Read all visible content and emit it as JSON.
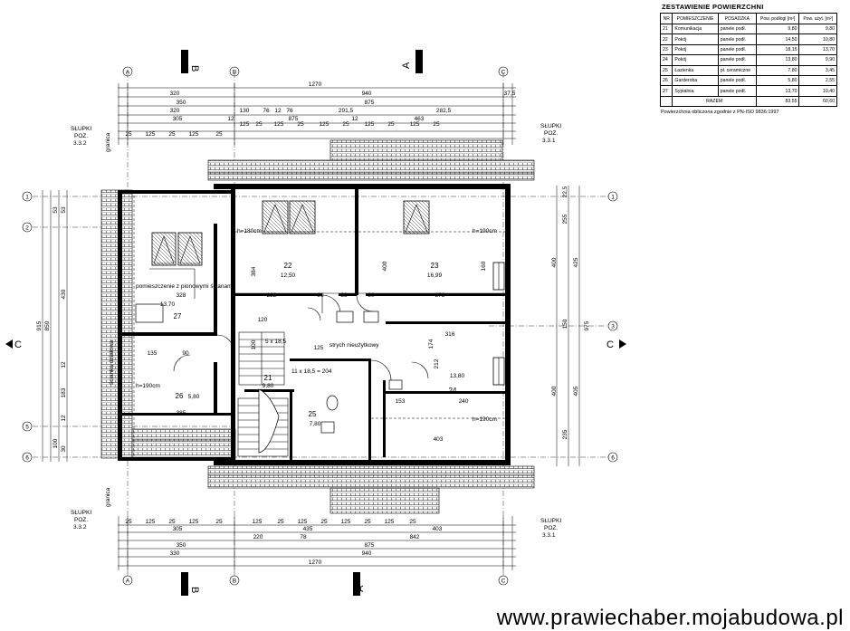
{
  "summary": {
    "title": "ZESTAWIENIE POWIERZCHNI",
    "headers": {
      "nr": "NR",
      "room": "POMIESZCZENIE",
      "floor": "POSADZKA",
      "area_floor": "Pow. podłogi [m²]",
      "area_usable": "Pow. użyt. [m²]"
    },
    "rows": [
      {
        "nr": "21",
        "room": "Komunikacja",
        "floor": "panele podł.",
        "area_floor": "9,80",
        "area_usable": "9,80"
      },
      {
        "nr": "22",
        "room": "Pokój",
        "floor": "panele podł.",
        "area_floor": "14,50",
        "area_usable": "10,80"
      },
      {
        "nr": "23",
        "room": "Pokój",
        "floor": "panele podł.",
        "area_floor": "18,15",
        "area_usable": "13,70"
      },
      {
        "nr": "24",
        "room": "Pokój",
        "floor": "panele podł.",
        "area_floor": "13,80",
        "area_usable": "9,90"
      },
      {
        "nr": "25",
        "room": "Łazienka",
        "floor": "pł. ceramiczne",
        "area_floor": "7,80",
        "area_usable": "3,45"
      },
      {
        "nr": "26",
        "room": "Garderoba",
        "floor": "panele podł.",
        "area_floor": "5,80",
        "area_usable": "2,55"
      },
      {
        "nr": "27",
        "room": "Sypialnia",
        "floor": "panele podł.",
        "area_floor": "13,70",
        "area_usable": "10,40"
      }
    ],
    "total": {
      "label": "RAZEM",
      "area_floor": "83,55",
      "area_usable": "60,60"
    },
    "note": "Powierzchnia obliczona zgodnie z PN-ISO 9836:1997"
  },
  "plan": {
    "axes_vertical": [
      "A",
      "B",
      "C"
    ],
    "axes_horizontal": [
      "1",
      "2",
      "3",
      "5",
      "6"
    ],
    "sections": {
      "a": "A",
      "b": "B",
      "c": "C"
    },
    "slupki": {
      "label": "SŁUPKI",
      "poz": "POZ.",
      "left": "3.3.2",
      "right": "3.3.1"
    },
    "gable_label": "granica",
    "top_dims": {
      "overall": "1270",
      "row2": [
        "940",
        "37,5"
      ],
      "row3": [
        "320",
        "350",
        "875"
      ],
      "row4": [
        "320",
        "130",
        "76",
        "12",
        "76",
        "291,5",
        "282,5"
      ],
      "row5": [
        "305",
        "875"
      ],
      "row6": [
        "12",
        "463",
        "12"
      ],
      "row7": [
        "25",
        "125",
        "25",
        "125",
        "25",
        "125",
        "25",
        "125",
        "25",
        "125",
        "25",
        "125",
        "25",
        "125",
        "25"
      ]
    },
    "bottom_dims": {
      "row1": [
        "25",
        "125",
        "25",
        "125",
        "25",
        "125",
        "25",
        "125",
        "25",
        "125",
        "25",
        "125",
        "25"
      ],
      "row2": [
        "305",
        "435",
        "403"
      ],
      "row3": [
        "220",
        "78",
        "842"
      ],
      "row4": [
        "350",
        "875"
      ],
      "row5": [
        "330",
        "940"
      ],
      "overall": "1270"
    },
    "left_dims": [
      "915",
      "850",
      "430",
      "12",
      "183",
      "12",
      "100",
      "30",
      "53",
      "53"
    ],
    "right_dims": [
      "975",
      "425",
      "405",
      "255",
      "400",
      "150",
      "400",
      "235",
      "22,5"
    ],
    "rooms": [
      {
        "nr": "22",
        "area": "12,50"
      },
      {
        "nr": "23",
        "area": "16,99"
      },
      {
        "nr": "24",
        "area": "13,80"
      },
      {
        "nr": "25",
        "area": "7,80"
      },
      {
        "nr": "26",
        "area": "5,80"
      },
      {
        "nr": "27",
        "area": "13,70"
      },
      {
        "nr": "21",
        "area": "9,80"
      }
    ],
    "notes": {
      "kneewall": "h=190cm",
      "kneewall2": "h=180cm",
      "kneewall3": "h=190cm",
      "kneewall4": "h=190cm",
      "closet": "pomieszczenie z pionowymi ścianami",
      "attic": "strych nieużytkowy",
      "stairs": "11 x 18,5 = 204",
      "stairs2": "5 x 18,5",
      "wall_label": "ścianka działowa"
    },
    "inner_dims": [
      "222",
      "90",
      "53",
      "80",
      "373",
      "328",
      "135",
      "90",
      "385",
      "400",
      "384",
      "120",
      "153",
      "240",
      "403",
      "316",
      "174",
      "212",
      "160",
      "100",
      "125"
    ],
    "watermark": "www.prawiechaber.mojabudowa.pl"
  }
}
